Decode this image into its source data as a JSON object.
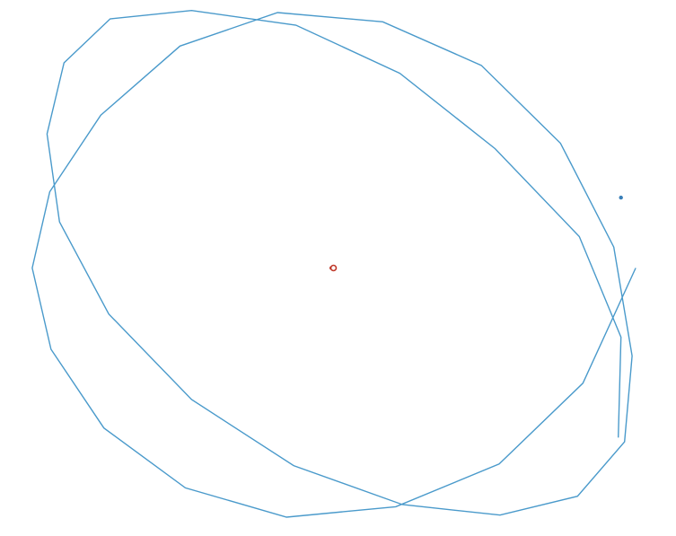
{
  "chart_data": {
    "type": "line",
    "title": "",
    "xlabel": "",
    "ylabel": "",
    "grid": false,
    "axes_visible": false,
    "series": [
      {
        "kind": "path",
        "color": "#4a9acb",
        "x": [
          6.8,
          5.62,
          3.75,
          1.44,
          -1.0,
          -3.26,
          -5.08,
          -6.26,
          -6.68,
          -6.29,
          -5.15,
          -3.38,
          -1.2,
          1.15,
          3.35,
          5.12,
          6.31,
          6.72,
          6.55,
          5.5,
          3.77,
          1.59,
          -0.84,
          -3.12,
          -4.97,
          -6.07,
          -6.35,
          -5.97,
          -4.94,
          -3.12,
          -0.79,
          1.53,
          3.66,
          5.54,
          6.47,
          6.41
        ],
        "y": [
          0.0,
          -2.75,
          -4.68,
          -5.7,
          -5.95,
          -5.25,
          -3.82,
          -1.94,
          0.0,
          1.82,
          3.65,
          5.3,
          6.1,
          5.88,
          4.84,
          2.98,
          0.5,
          -2.1,
          -4.15,
          -5.45,
          -5.9,
          -5.65,
          -4.72,
          -3.14,
          -1.1,
          1.1,
          3.2,
          4.9,
          5.95,
          6.15,
          5.8,
          4.65,
          2.85,
          0.75,
          -1.65,
          -4.05
        ]
      }
    ],
    "markers": [
      {
        "kind": "end-point",
        "color": "#3a7fb8",
        "x": 6.47,
        "y": 1.68
      },
      {
        "kind": "center-dot",
        "color": "#c0392b",
        "x": 0.0,
        "y": 0.0
      },
      {
        "kind": "center-ring",
        "color": "#c0392b",
        "x": 0.05,
        "y": 0.0
      }
    ],
    "xlim": [
      -7.4,
      7.7
    ],
    "ylim": [
      -6.4,
      6.4
    ]
  }
}
